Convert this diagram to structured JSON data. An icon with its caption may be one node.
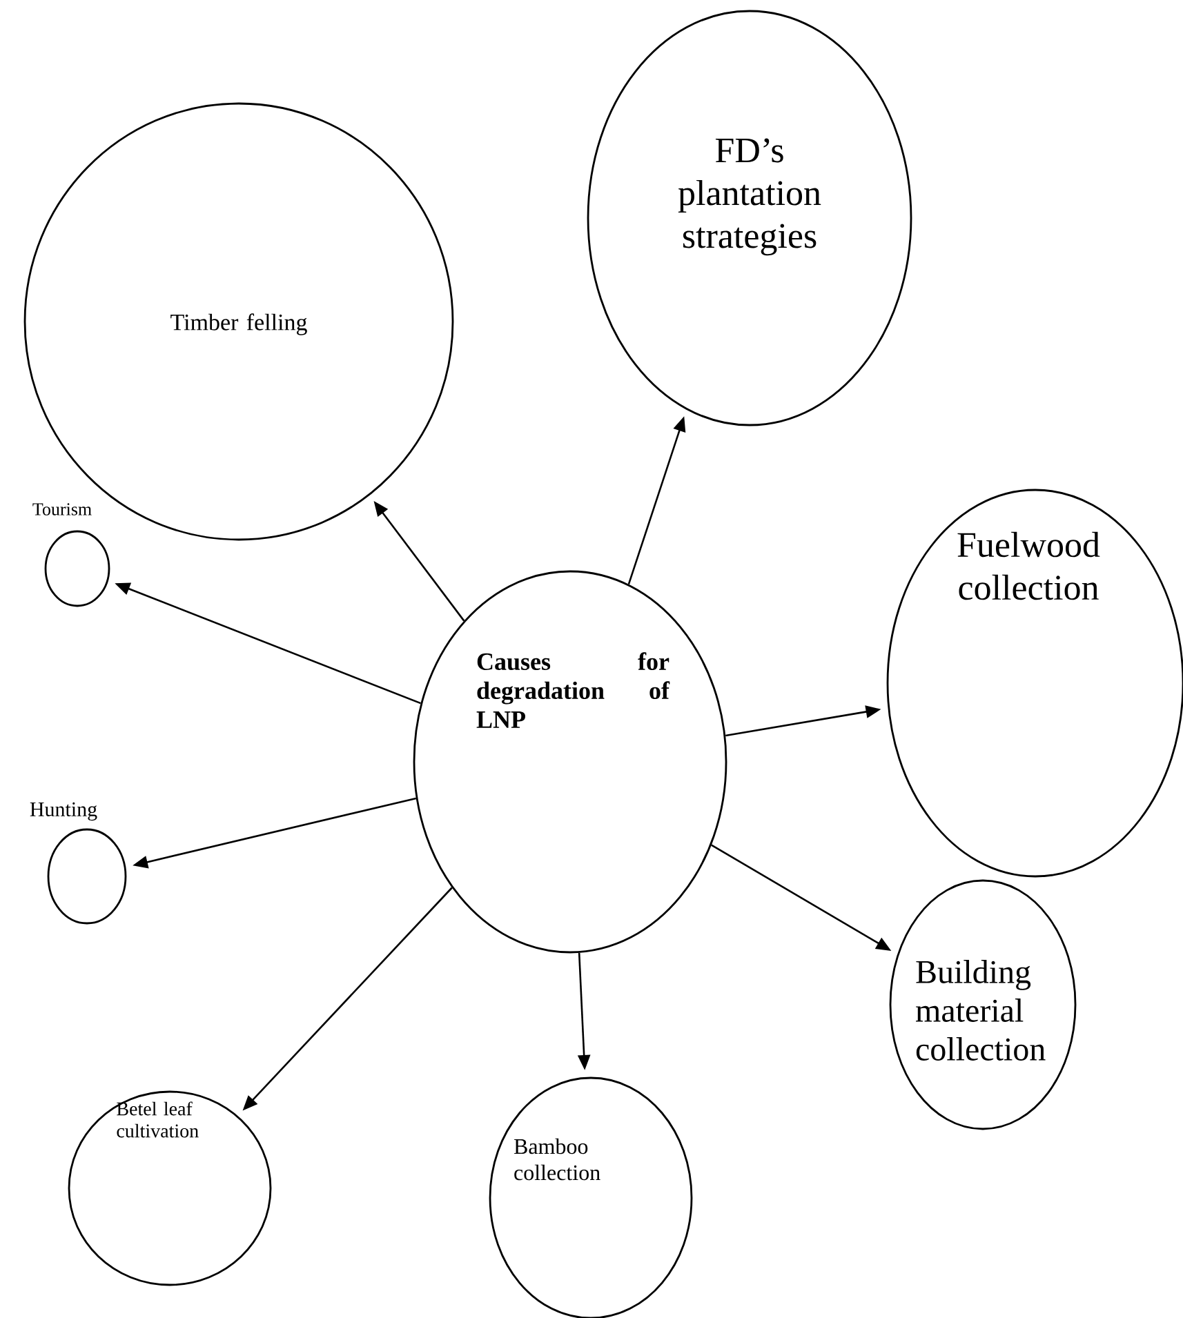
{
  "diagram": {
    "nodes": [
      {
        "text": [
          "FD’s plantation strategies"
        ]
      },
      {
        "text": [
          "Timber felling"
        ]
      },
      {
        "text": [
          "Tourism"
        ]
      },
      {
        "text": [
          "Fuelwood collection"
        ]
      },
      {
        "text": [
          "Causes for degradation of LNP"
        ]
      },
      {
        "text": [
          "Hunting"
        ]
      },
      {
        "text": [
          "Building material collection"
        ]
      },
      {
        "text": [
          "Bamboo collection"
        ]
      },
      {
        "text": [
          "Betel leaf cultivation"
        ]
      }
    ],
    "edges": [
      {
        "from": 4,
        "to": 0,
        "arrow": "to"
      },
      {
        "from": 4,
        "to": 1,
        "arrow": "to"
      },
      {
        "from": 4,
        "to": 2,
        "arrow": "to"
      },
      {
        "from": 4,
        "to": 3,
        "arrow": "to"
      },
      {
        "from": 4,
        "to": 5,
        "arrow": "to"
      },
      {
        "from": 4,
        "to": 6,
        "arrow": "to"
      },
      {
        "from": 4,
        "to": 7,
        "arrow": "to"
      },
      {
        "from": 4,
        "to": 8,
        "arrow": "to"
      }
    ]
  }
}
